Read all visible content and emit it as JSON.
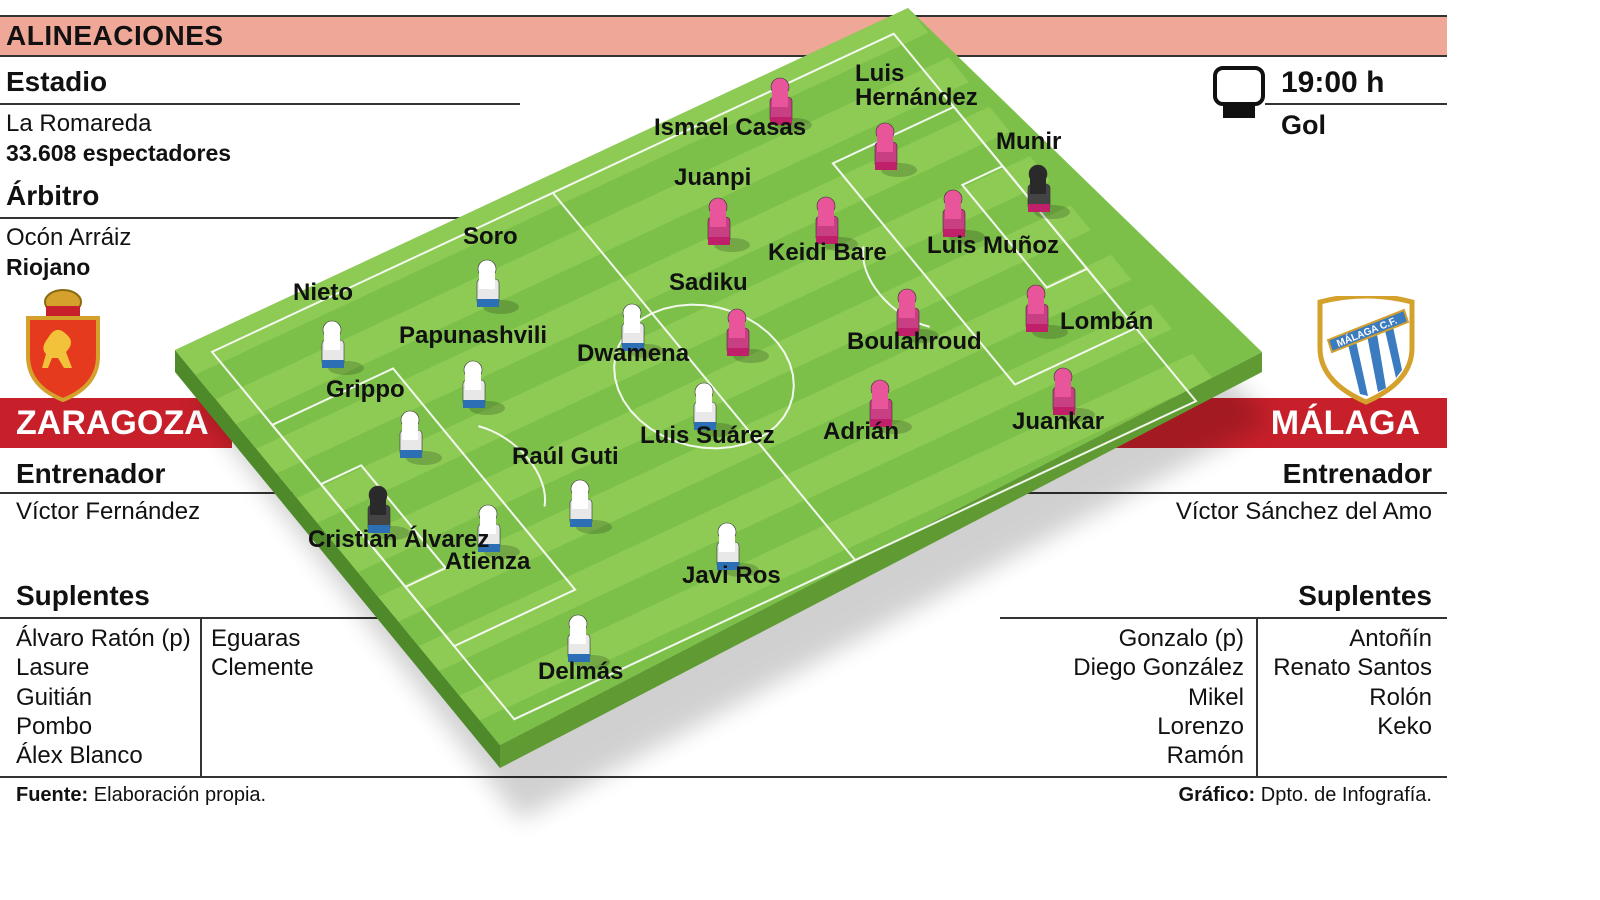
{
  "header": {
    "title": "ALINEACIONES"
  },
  "match": {
    "stadium_label": "Estadio",
    "stadium": "La Romareda",
    "spectators": "33.608 espectadores",
    "referee_label": "Árbitro",
    "referee": "Ocón Arráiz",
    "referee_region": "Riojano",
    "time": "19:00 h",
    "channel": "Gol",
    "tv_icon": "tv-icon"
  },
  "home": {
    "name": "ZARAGOZA",
    "color": "#ffffff",
    "crest": "real-zaragoza-crest",
    "coach_label": "Entrenador",
    "coach": "Víctor Fernández",
    "subs_label": "Suplentes",
    "subs_col1": [
      "Álvaro Ratón (p)",
      "Lasure",
      "Guitián",
      "Pombo",
      "Álex Blanco"
    ],
    "subs_col2": [
      "Eguaras",
      "Clemente"
    ],
    "players": [
      "Cristian Álvarez",
      "Delmás",
      "Atienza",
      "Grippo",
      "Nieto",
      "Raúl Guti",
      "Papunashvili",
      "Soro",
      "Javi Ros",
      "Luis Suárez",
      "Dwamena"
    ]
  },
  "away": {
    "name": "MÁLAGA",
    "color": "#e8559a",
    "crest": "malaga-cf-crest",
    "crest_text": "MÁLAGA C.F.",
    "coach_label": "Entrenador",
    "coach": "Víctor Sánchez del Amo",
    "subs_label": "Suplentes",
    "subs_col1": [
      "Gonzalo (p)",
      "Diego González",
      "Mikel",
      "Lorenzo",
      "Ramón"
    ],
    "subs_col2": [
      "Antoñín",
      "Renato Santos",
      "Rolón",
      "Keko"
    ],
    "players": [
      "Munir",
      "Luis Hernández",
      "Luis Muñoz",
      "Lombán",
      "Juankar",
      "Ismael Casas",
      "Juanpi",
      "Keidi Bare",
      "Boulahroud",
      "Adrián",
      "Sadiku"
    ]
  },
  "colors": {
    "header_bar": "#efa898",
    "team_bar": "#c8202a",
    "pitch": "#7cc04a",
    "goalkeeper": "#2a2a2a"
  },
  "footer": {
    "source_label": "Fuente:",
    "source": "Elaboración propia.",
    "graphic_label": "Gráfico:",
    "graphic": "Dpto. de Infografía."
  }
}
